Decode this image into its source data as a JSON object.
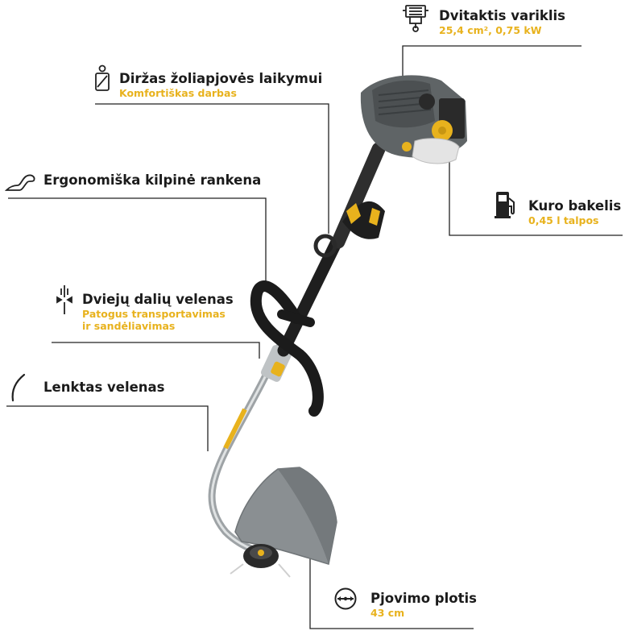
{
  "features": {
    "engine": {
      "title": "Dvitaktis variklis",
      "subtitle": "25,4 cm², 0,75 kW",
      "icon": "engine-piston-icon"
    },
    "harness": {
      "title": "Diržas žoliapjovės laikymui",
      "subtitle": "Komfortiškas darbas",
      "icon": "harness-icon"
    },
    "handle": {
      "title": "Ergonomiška kilpinė rankena",
      "icon": "loop-handle-icon"
    },
    "fuel": {
      "title": "Kuro bakelis",
      "subtitle": "0,45 l talpos",
      "icon": "fuel-pump-icon"
    },
    "shaft_split": {
      "title": "Dviejų dalių velenas",
      "subtitle_line1": "Patogus transportavimas",
      "subtitle_line2": "ir sandėliavimas",
      "icon": "split-shaft-icon"
    },
    "curved_shaft": {
      "title": "Lenktas velenas",
      "icon": "curved-shaft-icon"
    },
    "cut_width": {
      "title": "Pjovimo plotis",
      "subtitle": "43 cm",
      "icon": "cutting-width-icon"
    }
  },
  "colors": {
    "accent": "#e8b21d",
    "text": "#1b1b1b",
    "line": "#222222",
    "body_gray": "#5f6466",
    "dark": "#2a2a2a"
  }
}
